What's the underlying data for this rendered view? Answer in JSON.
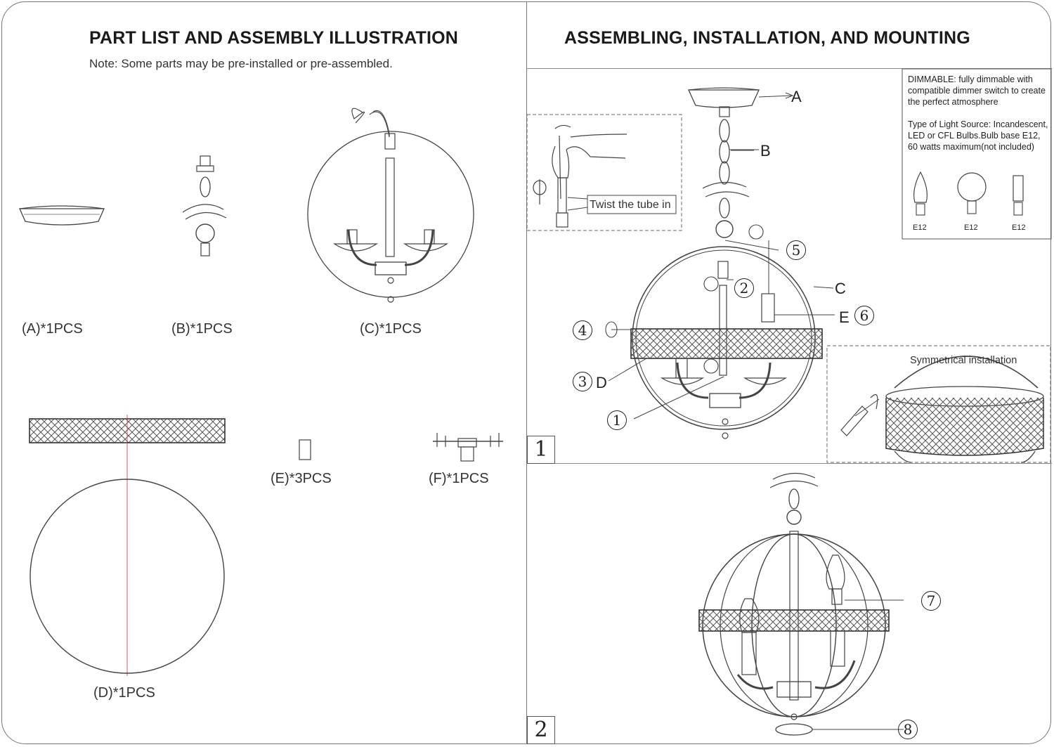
{
  "left_panel": {
    "title": "PART LIST AND ASSEMBLY ILLUSTRATION",
    "note": "Note: Some parts may be pre-installed or pre-assembled.",
    "parts": [
      {
        "id": "A",
        "caption": "(A)*1PCS"
      },
      {
        "id": "B",
        "caption": "(B)*1PCS"
      },
      {
        "id": "C",
        "caption": "(C)*1PCS"
      },
      {
        "id": "D",
        "caption": "(D)*1PCS"
      },
      {
        "id": "E",
        "caption": "(E)*3PCS"
      },
      {
        "id": "F",
        "caption": "(F)*1PCS"
      }
    ]
  },
  "right_panel": {
    "title": "ASSEMBLING, INSTALLATION, AND MOUNTING",
    "dimmable_text": "DIMMABLE: fully dimmable with compatible dimmer switch to create the perfect atmosphere",
    "light_source_text": "Type of Light Source: Incandescent, LED or CFL Bulbs.Bulb base E12, 60 watts maximum(not included)",
    "bulb_labels": [
      "E12",
      "E12",
      "E12"
    ],
    "twist_text": "Twist the tube in",
    "symmetrical_text": "Symmetrical installation",
    "letter_labels": {
      "A": "A",
      "B": "B",
      "C": "C",
      "D": "D",
      "E": "E"
    },
    "numbers": {
      "n1": "1",
      "n2": "2",
      "n3": "3",
      "n4": "4",
      "n5": "5",
      "n6": "6",
      "n7": "7",
      "n8": "8"
    },
    "steps": [
      "1",
      "2"
    ]
  }
}
